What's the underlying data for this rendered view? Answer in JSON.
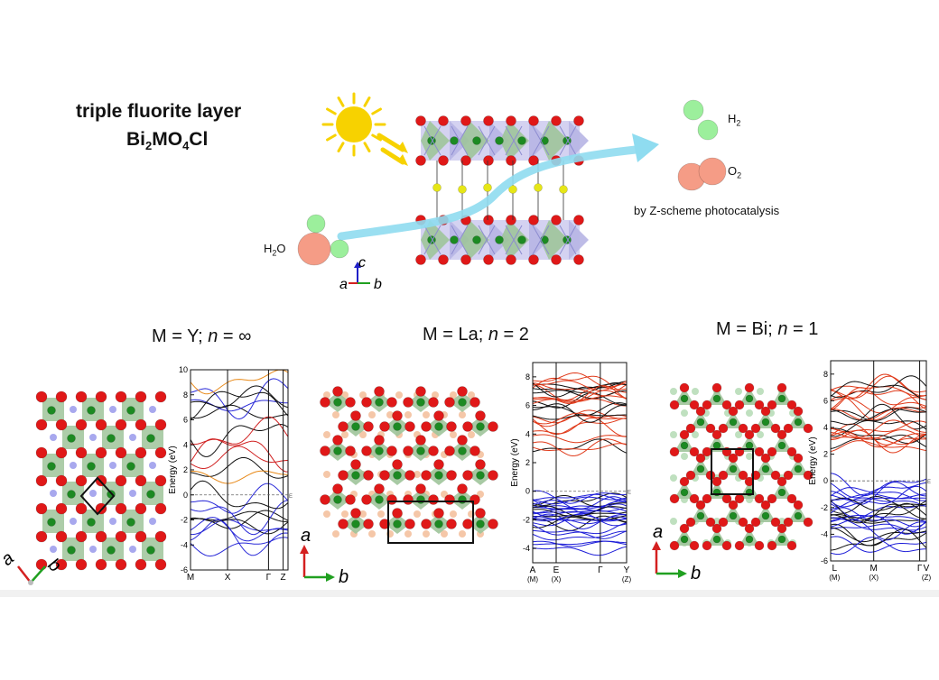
{
  "header": {
    "title": "triple fluorite layer",
    "formula": {
      "p1": "Bi",
      "s1": "2",
      "p2": "MO",
      "s2": "4",
      "p3": "Cl"
    }
  },
  "molecules": {
    "h2": {
      "base": "H",
      "sub": "2"
    },
    "o2": {
      "base": "O",
      "sub": "2"
    },
    "h2o": {
      "base": "H",
      "sub": "2",
      "tail": "O"
    }
  },
  "caption": "by Z-scheme photocatalysis",
  "axes": {
    "a": "a",
    "b": "b",
    "c": "c"
  },
  "panels": [
    {
      "title": {
        "prefix": "M = Y; ",
        "var": "n",
        "eq": " = ",
        "val": "∞"
      },
      "band": {
        "ylabel": "Energy (eV)",
        "yticks": [
          "10",
          "8",
          "6",
          "4",
          "2",
          "0",
          "-2",
          "-4",
          "-6"
        ],
        "xticks": [
          "M",
          "X",
          "Γ",
          "Z"
        ],
        "ef_label": "E",
        "ylim": [
          -6,
          10
        ]
      }
    },
    {
      "title": {
        "prefix": "M = La; ",
        "var": "n",
        "eq": " = ",
        "val": "2"
      },
      "band": {
        "ylabel": "Energy (eV)",
        "yticks": [
          "8",
          "6",
          "4",
          "2",
          "0",
          "-2",
          "-4"
        ],
        "xticks": [
          "A",
          "E",
          "Γ",
          "Y"
        ],
        "xsub": [
          "(M)",
          "(X)",
          "",
          "(Z)"
        ],
        "ef_label": "E",
        "ylim": [
          -5,
          9
        ]
      }
    },
    {
      "title": {
        "prefix": "M = Bi; ",
        "var": "n",
        "eq": " = ",
        "val": "1"
      },
      "band": {
        "ylabel": "Energy (eV)",
        "yticks": [
          "8",
          "6",
          "4",
          "2",
          "0",
          "-2",
          "-4",
          "-6"
        ],
        "xticks": [
          "L",
          "M",
          "Γ",
          "V"
        ],
        "xsub": [
          "(M)",
          "(X)",
          "",
          "(Z)"
        ],
        "ef_label": "E",
        "ylim": [
          -6,
          9
        ]
      }
    }
  ],
  "colors": {
    "oxygen": "#e01818",
    "metal": "#1c8a22",
    "polyhedron": "#9fc49a",
    "layer": "#c9c7ee",
    "chlorine": "#e6e617",
    "hydrogen": "#9cef9c",
    "oxygen_molecule": "#f59c86",
    "arrow": "#8fdcf0",
    "sun": "#f7d200",
    "conduction_band": "#e03a1a",
    "valence_band": "#1c1cd8",
    "lattice_site": "#a8a8ee",
    "la_site": "#f5c7a8",
    "bi_site": "#bfe0bf"
  }
}
